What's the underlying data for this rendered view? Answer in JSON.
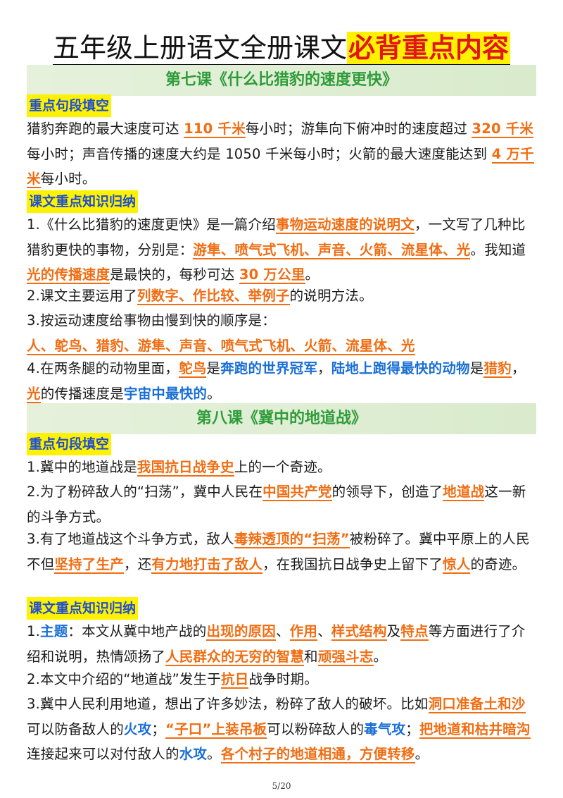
{
  "title": {
    "part1": "五年级上册语文全册课文",
    "part2": "必背重点内容"
  },
  "lesson7": {
    "title": "第七课《什么比猎豹的速度更快》",
    "fill_heading": "重点句段填空",
    "fill": {
      "s1": "猎豹奔跑的最大速度可达 ",
      "k1": "110 千米",
      "s2": "每小时；游隼向下俯冲时的速度超过 ",
      "k2": "320 千米",
      "s3": "每小时；声音传播的速度大约是 1050 千米每小时；火箭的最大速度能达到 ",
      "k3": "4 万千米",
      "s4": "每小时。"
    },
    "summary_heading": "课文重点知识归纳",
    "p1": {
      "s1": "1.《什么比猎豹的速度更快》是一篇介绍",
      "k1": "事物运动速度的说明文",
      "s2": "，一文写了几种比猎豹更快的事物，分别是：",
      "k2": "游隼、喷气式飞机、声音、火箭、流星体、光",
      "s3": "。我知道",
      "k3": "光的传播速度",
      "s4": "是最快的，每秒可达 ",
      "k4": "30 万公里",
      "s5": "。"
    },
    "p2": {
      "s1": "2.课文主要运用了",
      "k1": "列数字、作比较、举例子",
      "s2": "的说明方法。"
    },
    "p3": {
      "s1": "3.按运动速度给事物由慢到快的顺序是：",
      "k1": "人、鸵鸟、猎豹、游隼、声音、喷气式飞机、火箭、流星体、光"
    },
    "p4": {
      "s1": "4.在两条腿的动物里面，",
      "k1": "鸵鸟",
      "s2": "是",
      "b1": "奔跑的世界冠军",
      "s3": "，",
      "b2": "陆地上跑得最快的动物",
      "s4": "是",
      "k2": "猎豹",
      "s5": "，",
      "k3": "光",
      "s6": "的传播速度是",
      "b3": "宇宙中最快的",
      "s7": "。"
    }
  },
  "lesson8": {
    "title": "第八课《冀中的地道战》",
    "fill_heading": "重点句段填空",
    "f1": {
      "s1": "1.冀中的地道战是",
      "k1": "我国抗日战争史",
      "s2": "上的一个奇迹。"
    },
    "f2": {
      "s1": "2.为了粉碎敌人的“扫荡”，冀中人民在",
      "k1": "中国共产党",
      "s2": "的领导下，创造了",
      "k2": "地道战",
      "s3": "这一新的斗争方式。"
    },
    "f3": {
      "s1": "3.有了地道战这个斗争方式，敌人",
      "k1": "毒辣透顶的“扫荡”",
      "s2": "被粉碎了。冀中平原上的人民不但",
      "k2": "坚持了生产",
      "s3": "，还",
      "k3": "有力地打击了敌人",
      "s4": "，在我国抗日战争史上留下了",
      "k4": "惊人",
      "s5": "的奇迹。"
    },
    "summary_heading": "课文重点知识归纳",
    "p1": {
      "s0": "1.",
      "b1": "主题",
      "s1": "：本文从冀中地产战的",
      "k1": "出现的原因",
      "s2": "、",
      "k2": "作用",
      "s3": "、",
      "k3": "样式结构",
      "s4": "及",
      "k4": "特点",
      "s5": "等方面进行了介绍和说明，热情颂扬了",
      "k5": "人民群众的无穷的智慧",
      "s6": "和",
      "k6": "顽强斗志",
      "s7": "。"
    },
    "p2": {
      "s1": "2.本文中介绍的“地道战”发生于",
      "k1": "抗日",
      "s2": "战争时期。"
    },
    "p3": {
      "s1": "3.冀中人民利用地道，想出了许多妙法，粉碎了敌人的破坏。比如",
      "k1": "洞口准备土和沙",
      "s2": "可以防备敌人的",
      "b1": "火攻",
      "s3": "；",
      "k2": "“子口”上装吊板",
      "s4": "可以粉碎敌人的",
      "b2": "毒气攻",
      "s5": "；",
      "k3": "把地道和枯井暗沟",
      "s6": "连接起来可以对付敌人的",
      "b3": "水攻",
      "s7": "。",
      "k4": "各个村子的地道相通，方便转移",
      "s8": "。"
    }
  },
  "page_number": "5/20"
}
